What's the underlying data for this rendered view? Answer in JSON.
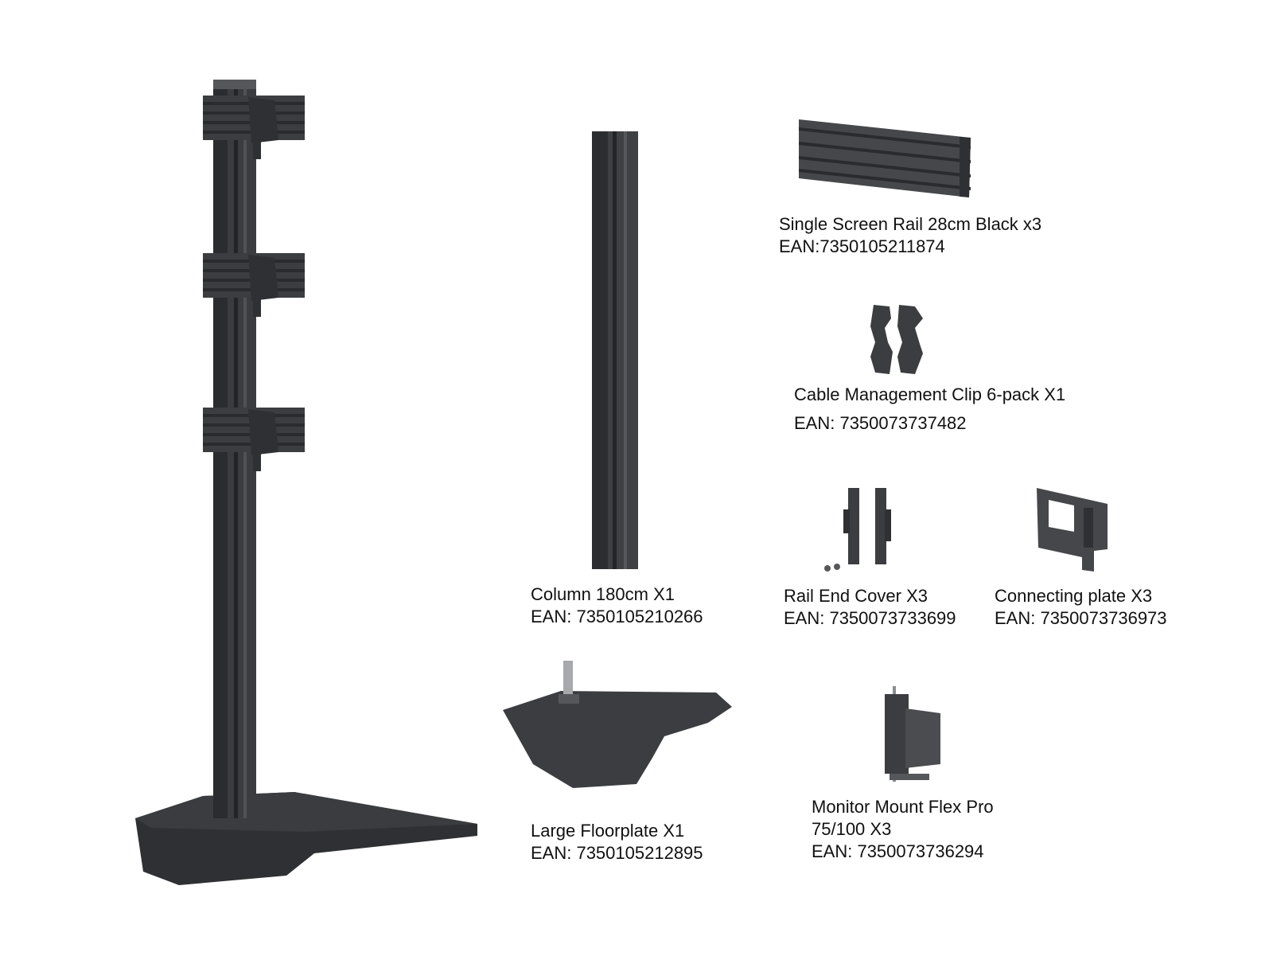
{
  "colors": {
    "metal_dark": "#2f3033",
    "metal_mid": "#45474a",
    "metal_light": "#5a5c60",
    "background": "#ffffff"
  },
  "products": {
    "rail": {
      "name": "Single Screen Rail 28cm Black x3",
      "ean": "EAN:7350105211874",
      "icon": "rail-icon"
    },
    "clip": {
      "name": "Cable Management Clip 6-pack X1",
      "ean": "EAN: 7350073737482",
      "icon": "cable-clip-icon"
    },
    "column": {
      "name": "Column 180cm X1",
      "ean": "EAN: 7350105210266",
      "icon": "column-icon"
    },
    "endcover": {
      "name": "Rail End Cover X3",
      "ean": "EAN: 7350073733699",
      "icon": "rail-end-cover-icon"
    },
    "plate": {
      "name": "Connecting plate X3",
      "ean": "EAN: 7350073736973",
      "icon": "connecting-plate-icon"
    },
    "floor": {
      "name": "Large Floorplate X1",
      "ean": "EAN: 7350105212895",
      "icon": "floorplate-icon"
    },
    "mount": {
      "name": "Monitor Mount Flex Pro",
      "name2": "75/100 X3",
      "ean": "EAN: 7350073736294",
      "icon": "monitor-mount-icon"
    }
  }
}
